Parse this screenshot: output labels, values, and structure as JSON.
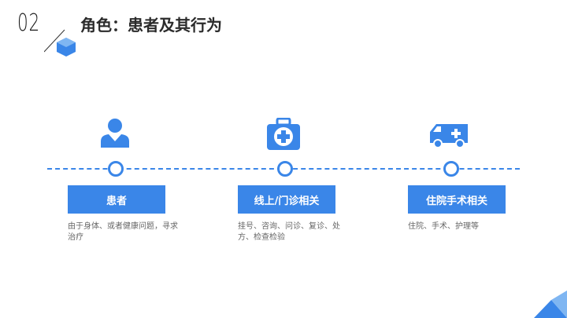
{
  "slide": {
    "number": "02",
    "title": "角色：患者及其行为"
  },
  "stages": [
    {
      "icon": "person-icon",
      "label": "患者",
      "description": "由于身体、或者健康问题，寻求治疗"
    },
    {
      "icon": "medical-kit-icon",
      "label": "线上/门诊相关",
      "description": "挂号、咨询、问诊、复诊、处方、检查检验"
    },
    {
      "icon": "ambulance-icon",
      "label": "住院手术相关",
      "description": "住院、手术、护理等"
    }
  ],
  "colors": {
    "accent": "#3a86e8",
    "text": "#2b2b2b",
    "muted": "#666666"
  }
}
